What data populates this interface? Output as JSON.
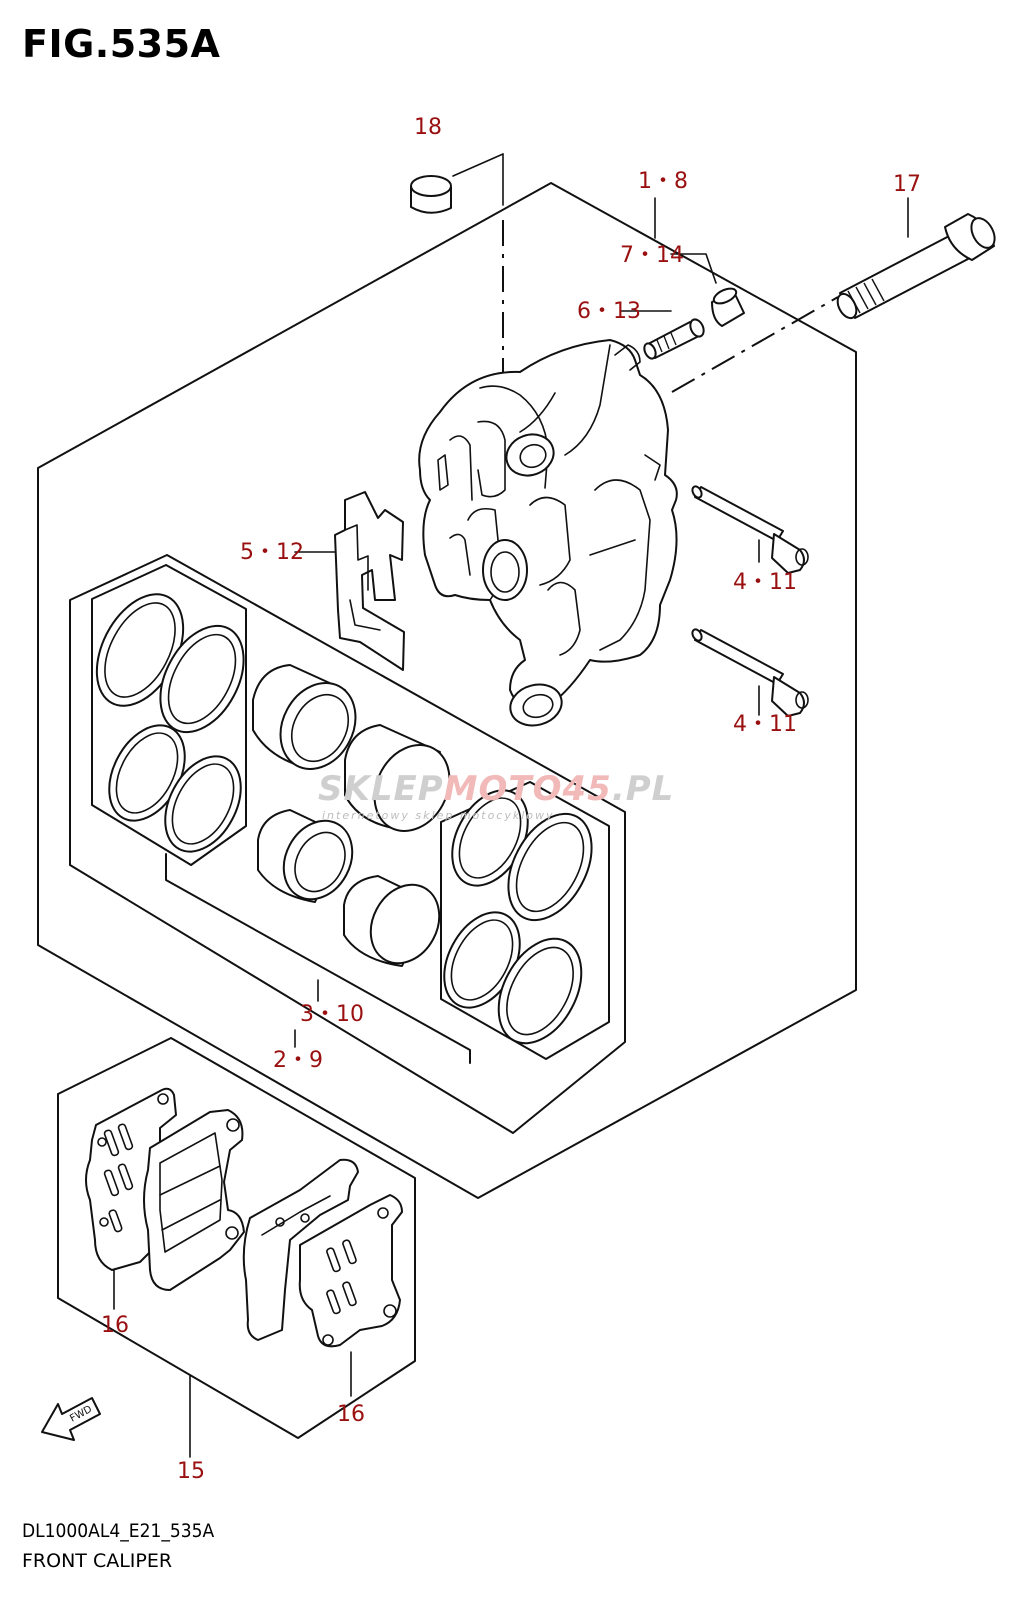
{
  "figure": {
    "title": "FIG.535A",
    "code": "DL1000AL4_E21_535A",
    "name": "FRONT CALIPER"
  },
  "callouts": [
    {
      "id": "18",
      "label": "18"
    },
    {
      "id": "1-8",
      "label": "1・8"
    },
    {
      "id": "17",
      "label": "17"
    },
    {
      "id": "7-14",
      "label": "7・14"
    },
    {
      "id": "6-13",
      "label": "6・13"
    },
    {
      "id": "5-12",
      "label": "5・12"
    },
    {
      "id": "4-11a",
      "label": "4・11"
    },
    {
      "id": "4-11b",
      "label": "4・11"
    },
    {
      "id": "3-10",
      "label": "3・10"
    },
    {
      "id": "2-9",
      "label": "2・9"
    },
    {
      "id": "16a",
      "label": "16"
    },
    {
      "id": "16b",
      "label": "16"
    },
    {
      "id": "15",
      "label": "15"
    }
  ],
  "direction_marker": "FWD",
  "watermark": {
    "brand_part1": "SKLEP",
    "brand_part2": "MOTO",
    "brand_part3": "45",
    "brand_part4": ".PL",
    "tagline": "internetowy sklep motocyklowy"
  },
  "colors": {
    "callout": "#9a1010",
    "line": "#111111",
    "background": "#ffffff"
  }
}
